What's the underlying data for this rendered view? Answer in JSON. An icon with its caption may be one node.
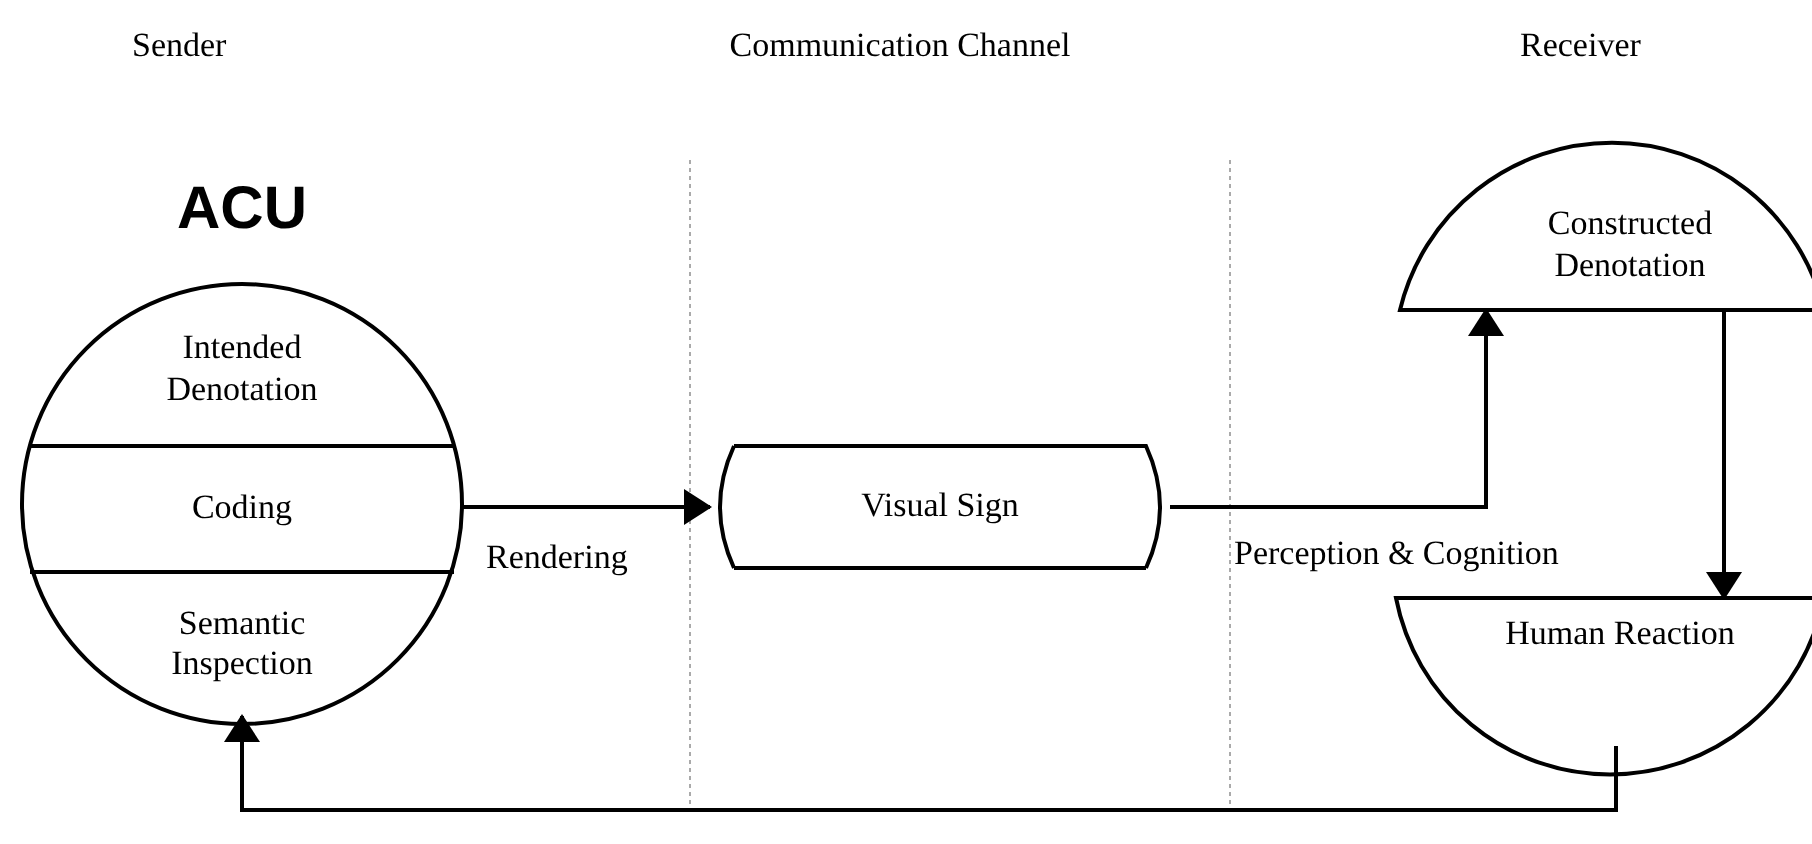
{
  "diagram": {
    "nodes": [
      {
        "text": [
          "ACU"
        ]
      },
      {
        "text": [
          "Intended Denotation"
        ],
        "in": 0
      },
      {
        "text": [
          "Coding"
        ],
        "in": 0
      },
      {
        "text": [
          "Semantic Inspection"
        ],
        "in": 0
      },
      {
        "text": [
          "Visual Sign"
        ]
      },
      {
        "text": [
          "Constructed Denotation"
        ]
      },
      {
        "text": [
          "Human Reaction"
        ]
      }
    ],
    "edges": [
      {
        "from": 0,
        "to": 4,
        "arrow": "to",
        "label": "Rendering"
      },
      {
        "from": 4,
        "to": 5,
        "arrow": "to",
        "label": "Perception & Cognition"
      },
      {
        "from": 5,
        "to": 6,
        "arrow": "to"
      },
      {
        "from": 6,
        "to": 3,
        "arrow": "to"
      }
    ],
    "labels": [
      "Sender",
      "Communication Channel",
      "Receiver"
    ]
  }
}
